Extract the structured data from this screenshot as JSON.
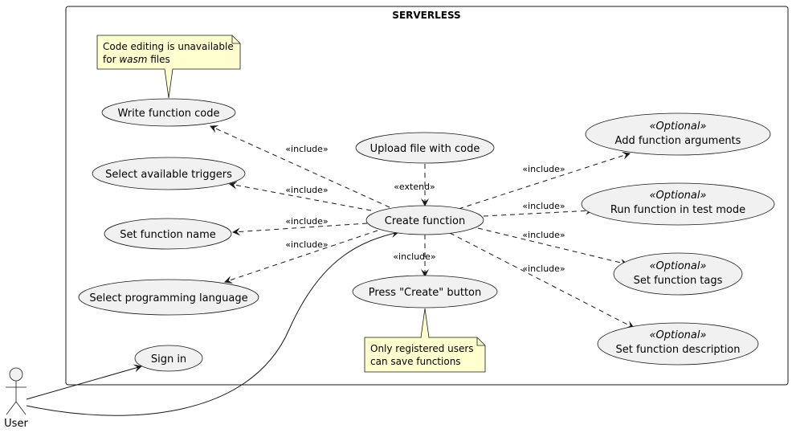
{
  "system": {
    "title": "SERVERLESS"
  },
  "actor": {
    "label": "User"
  },
  "use_cases": {
    "write_code": "Write function code",
    "select_triggers": "Select available triggers",
    "set_name": "Set function name",
    "select_language": "Select programming language",
    "sign_in": "Sign in",
    "upload_file": "Upload file with code",
    "create_function": "Create function",
    "press_create": "Press \"Create\" button",
    "add_arguments": {
      "stereotype": "«Optional»",
      "label": "Add function arguments"
    },
    "test_mode": {
      "stereotype": "«Optional»",
      "label": "Run function in test mode"
    },
    "set_tags": {
      "stereotype": "«Optional»",
      "label": "Set function tags"
    },
    "set_description": {
      "stereotype": "«Optional»",
      "label": "Set function description"
    }
  },
  "notes": {
    "wasm": {
      "line1": "Code editing is unavailable",
      "line2_prefix": "for ",
      "line2_emph": "wasm",
      "line2_suffix": " files"
    },
    "registered": {
      "line1": "Only registered users",
      "line2": "can save functions"
    }
  },
  "edge_labels": {
    "include": "«include»",
    "extend": "«extend»"
  },
  "colors": {
    "usecase_fill": "#f1f1f1",
    "note_fill": "#fefece",
    "stroke": "#181818"
  }
}
